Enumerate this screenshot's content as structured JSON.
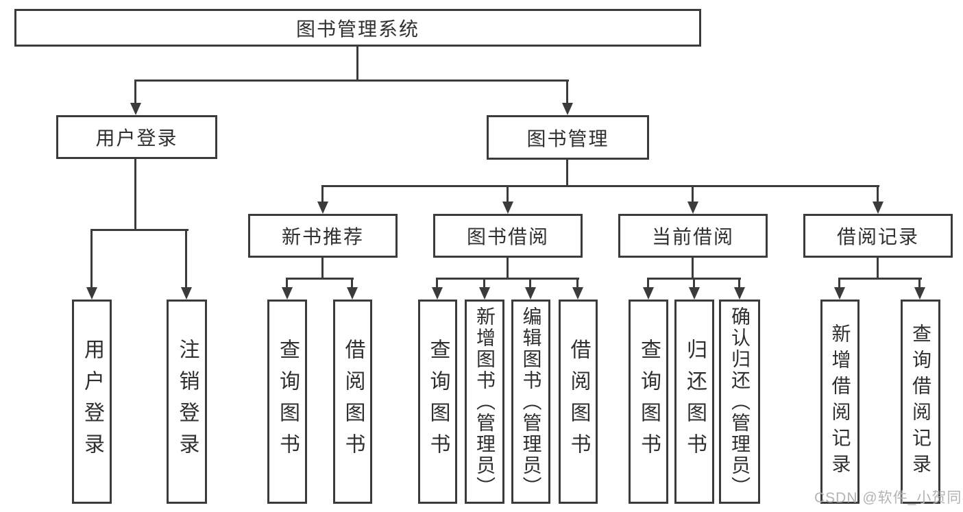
{
  "diagram_type": "tree",
  "tree": {
    "root": {
      "label": "图书管理系统",
      "children": [
        {
          "label": "用户登录",
          "leaves": [
            "用户登录",
            "注销登录"
          ]
        },
        {
          "label": "图书管理",
          "children": [
            {
              "label": "新书推荐",
              "leaves": [
                "查询图书",
                "借阅图书"
              ]
            },
            {
              "label": "图书借阅",
              "leaves": [
                "查询图书",
                "新增图书（管理员）",
                "编辑图书（管理员）",
                "借阅图书"
              ]
            },
            {
              "label": "当前借阅",
              "leaves": [
                "查询图书",
                "归还图书",
                "确认归还（管理员）"
              ]
            },
            {
              "label": "借阅记录",
              "leaves": [
                "新增借阅记录",
                "查询借阅记录"
              ]
            }
          ]
        }
      ]
    }
  },
  "watermark": {
    "text": "CSDN @软件_小贺同学"
  },
  "colors": {
    "line": "#3b3b3b",
    "text": "#2f2f2f",
    "background": "#ffffff",
    "watermark": "#b3b3b3"
  }
}
